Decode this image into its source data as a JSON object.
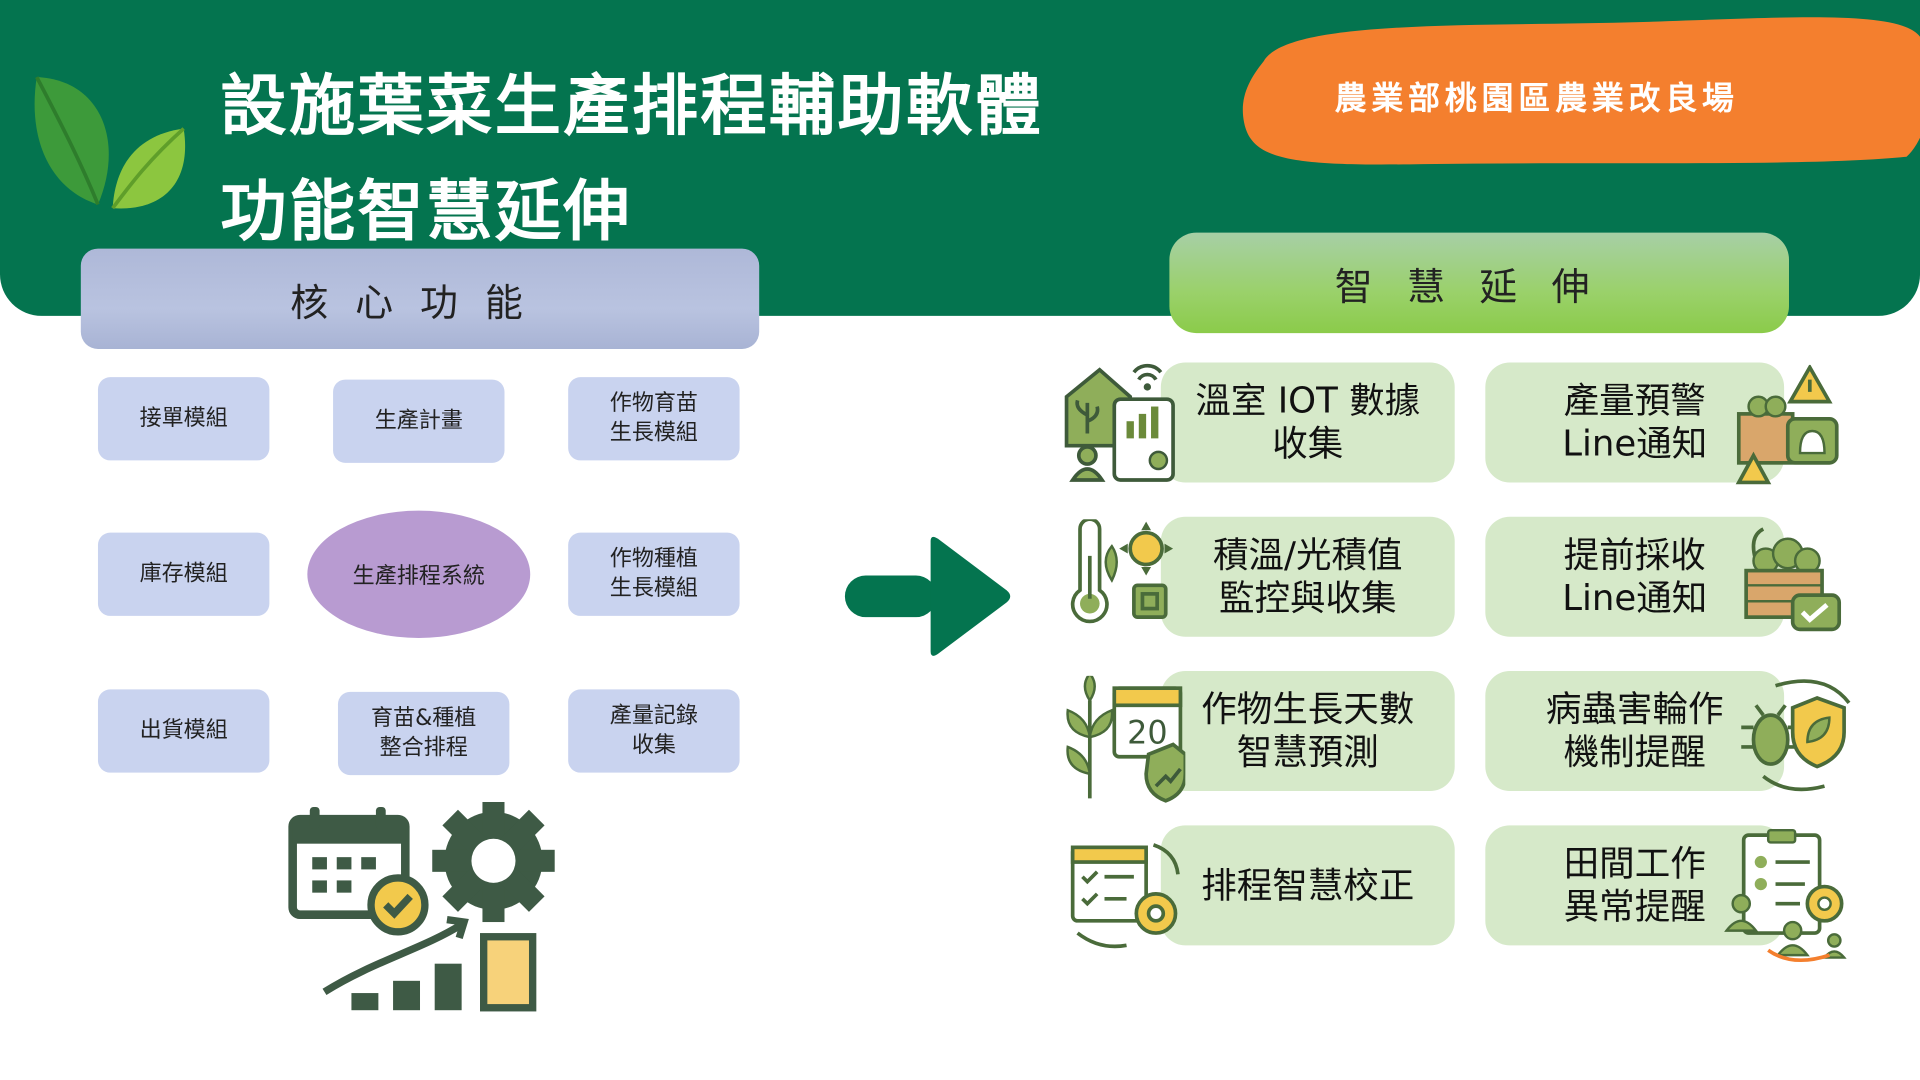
{
  "header": {
    "title_line1": "設施葉菜生產排程輔助軟體",
    "title_line2": "功能智慧延伸",
    "organization": "農業部桃園區農業改良場"
  },
  "core": {
    "heading": "核心功能",
    "modules": [
      "接單模組",
      "生產計畫",
      "作物育苗\n生長模組",
      "庫存模組",
      "生產排程系統",
      "作物種植\n生長模組",
      "出貨模組",
      "育苗&種植\n整合排程",
      "產量記錄\n收集"
    ]
  },
  "smart": {
    "heading": "智慧延伸",
    "items": [
      "溫室 IOT 數據\n收集",
      "產量預警\nLine通知",
      "積溫/光積值\n監控與收集",
      "提前採收\nLine通知",
      "作物生長天數\n智慧預測",
      "病蟲害輪作\n機制提醒",
      "排程智慧校正",
      "田間工作\n異常提醒"
    ],
    "calendar_day": "20"
  },
  "colors": {
    "brand_green": "#04744f",
    "orange": "#f47f2e",
    "module_blue": "#c9d3ef",
    "system_purple": "#b89bd1",
    "card_green": "#d6e9c9"
  }
}
